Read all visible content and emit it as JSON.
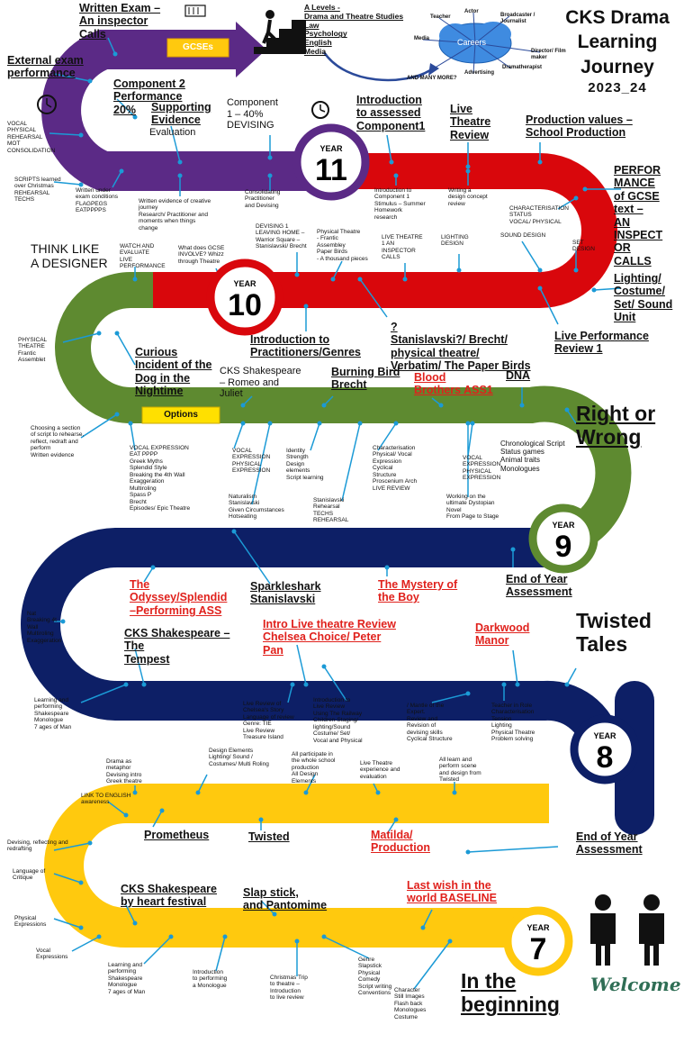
{
  "title_lines": [
    "CKS Drama",
    "Learning",
    "Journey",
    "2023_24"
  ],
  "colors": {
    "purple": "#5b2a86",
    "red": "#d9070c",
    "green": "#5e8a30",
    "navy": "#0d1f66",
    "yellow": "#ffc90e",
    "connector": "#1b9ad6",
    "accent_red": "#e0211c"
  },
  "years": [
    {
      "label": "YEAR",
      "number": "11"
    },
    {
      "label": "YEAR",
      "number": "10"
    },
    {
      "label": "YEAR",
      "number": "9"
    },
    {
      "label": "YEAR",
      "number": "8"
    },
    {
      "label": "YEAR",
      "number": "7"
    }
  ],
  "tags": {
    "gcses": "GCSEs",
    "options": "Options"
  },
  "careers": {
    "hub": "Careers",
    "branches": [
      "Actor",
      "Broadcaster / Journalist",
      "Teacher",
      "Media",
      "Director/ Film maker",
      "Dramatherapist",
      "Advertising",
      "AND MANY MORE?"
    ]
  },
  "alevels": "A Levels -\nDrama and Theatre Studies\nLaw\nPsychology\nEnglish\nMedia",
  "welcome": "Welcome",
  "labels": [
    {
      "text": "Written Exam –\nAn inspector\nCalls",
      "cls": "bold-ul"
    },
    {
      "text": "External exam\nperformance",
      "cls": "bold-ul"
    },
    {
      "text": "Component 2\nPerformance\n20%",
      "cls": "bold-ul"
    },
    {
      "text": "Supporting\nEvidence",
      "cls": "bold-ul"
    },
    {
      "text": "Evaluation",
      "cls": "med"
    },
    {
      "text": "Component\n1 – 40%\nDEVISING",
      "cls": "med"
    },
    {
      "text": "Introduction\nto assessed\nComponent1",
      "cls": "bold-ul"
    },
    {
      "text": "Live\nTheatre\nReview",
      "cls": "bold-ul"
    },
    {
      "text": "Production values –\nSchool Production",
      "cls": "bold-ul"
    },
    {
      "text": "PERFOR\nMANCE\nof GCSE\ntext –\nAN\nINSPECT\nOR\nCALLS",
      "cls": "bold-ul"
    },
    {
      "text": "Lighting/\nCostume/\nSet/ Sound\nUnit",
      "cls": "bold-ul"
    },
    {
      "text": "Live Performance\nReview 1",
      "cls": "bold-ul"
    },
    {
      "text": "VOCAL\nPHYSICAL\nREHEARSAL\nMOT\nCONSOLIDATION",
      "cls": "tiny"
    },
    {
      "text": "SCRIPTS learned\nover Christmas\nREHEARSAL\nTECHS",
      "cls": "tiny"
    },
    {
      "text": "Written under\nexam conditions\nFLAGPEGS\nEATPPPPS",
      "cls": "tiny"
    },
    {
      "text": "Written evidence of creative\njourney\nResearch/ Practitioner and\nmoments when things\nchange",
      "cls": "tiny"
    },
    {
      "text": "Consolidating\nPractitioner\nand Devising",
      "cls": "tiny"
    },
    {
      "text": "Introduction to\nComponent 1\nStimulus – Summer\nHomework\nresearch",
      "cls": "tiny"
    },
    {
      "text": "Writing a\ndesign concept\nreview",
      "cls": "tiny"
    },
    {
      "text": "CHARACTERISATION\nSTATUS\nVOCAL/ PHYSICAL",
      "cls": "tiny"
    },
    {
      "text": "SOUND DESIGN",
      "cls": "tiny"
    },
    {
      "text": "SET\nDESIGN",
      "cls": "tiny"
    },
    {
      "text": "THINK LIKE\nA DESIGNER",
      "cls": "plain14"
    },
    {
      "text": "WATCH  AND\nEVALUATE\nLIVE\nPERFORMANCE",
      "cls": "tiny"
    },
    {
      "text": "What does GCSE\nINVOLVE? Whizz\nthrough Theatre",
      "cls": "tiny"
    },
    {
      "text": "DEVISING 1\nLEAVING HOME –\nWarrior Square –\nStanislavski/ Brecht",
      "cls": "tiny"
    },
    {
      "text": "Physical Theatre\n-   Frantic\n    Assembley\nPaper Birds\n- A thousand pieces",
      "cls": "tiny"
    },
    {
      "text": "LIVE THEATRE\n1 AN\nINSPECTOR\nCALLS",
      "cls": "tiny"
    },
    {
      "text": "LIGHTING\nDESIGN",
      "cls": "tiny"
    },
    {
      "text": "Introduction to\nPractitioners/Genres",
      "cls": "bold-ul"
    },
    {
      "text": "?\nStanislavski?/ Brecht/\nphysical theatre/\nVerbatim/ The Paper Birds",
      "cls": "bold-ul"
    },
    {
      "text": "PHYSICAL\nTHEATRE\nFrantic\nAssemblet",
      "cls": "tiny"
    },
    {
      "text": "Curious\nIncident of the\nDog in the\nNightime",
      "cls": "bold-ul"
    },
    {
      "text": "CKS Shakespeare\n– Romeo and\nJuliet",
      "cls": "med"
    },
    {
      "text": "Burning Bird\nBrecht",
      "cls": "bold-ul"
    },
    {
      "text": "Blood\nBrothers ASS1",
      "cls": "red-ul"
    },
    {
      "text": "DNA",
      "cls": "bold-ul"
    },
    {
      "text": "Right or\nWrong",
      "cls": "big-ul"
    },
    {
      "text": "Choosing a  section\nof script to rehearse,\nreflect, redraft and\nperform\nWritten evidence",
      "cls": "tiny"
    },
    {
      "text": "VOCAL EXPRESSION\nEAT PPPP\nGreek Myths\nSplendid Style\nBreaking the 4th Wall\nExaggeration\nMultiroling\nSpass    P\nBrecht\nEpisodes/ Epic Theatre",
      "cls": "tiny"
    },
    {
      "text": "VOCAL\nEXPRESSION\nPHYSICAL\nEXPRESSION",
      "cls": "tiny"
    },
    {
      "text": "Identity\nStrength\nDesign\nelements\nScript learning",
      "cls": "tiny"
    },
    {
      "text": "Characterisation\nPhysical/ Vocal\nExpression\nCyclical\nStructure\nProscenium Arch\nLIVE REVIEW",
      "cls": "tiny"
    },
    {
      "text": "VOCAL\nEXPRESSION\nPHYSICAL\nEXPRESSION",
      "cls": "tiny"
    },
    {
      "text": "Chronological Script\nStatus games\nAnimal traits\nMonologues",
      "cls": "small"
    },
    {
      "text": "Naturalism\nStanislavski\nGiven Circumstances\nHotseating",
      "cls": "tiny"
    },
    {
      "text": "Stanislavski\nRehearsal\nTECHS\nREHEARSAL",
      "cls": "tiny"
    },
    {
      "text": "Working on the\nultimate Dystopian\nNovel\nFrom Page to Stage",
      "cls": "tiny"
    },
    {
      "text": "The\nOdyssey/Splendid\n–Performing ASS",
      "cls": "red-ul"
    },
    {
      "text": "Sparkleshark\nStanislavski",
      "cls": "bold-ul"
    },
    {
      "text": "The Mystery of\nthe Boy",
      "cls": "red-ul"
    },
    {
      "text": "End of Year\nAssessment",
      "cls": "bold-ul"
    },
    {
      "text": "Nat\nBreaking 4t\nWall\nMultiroling\nExaggeration",
      "cls": "tiny"
    },
    {
      "text": "CKS Shakespeare – The\nTempest",
      "cls": "bold-ul"
    },
    {
      "text": "Intro Live theatre Review\nChelsea Choice/ Peter\nPan",
      "cls": "red-ul"
    },
    {
      "text": "Darkwood\nManor",
      "cls": "red-ul"
    },
    {
      "text": "Twisted\nTales",
      "cls": "big"
    },
    {
      "text": "Learning and\nperforming\nShakespeare\nMonologue\n7 ages of Man",
      "cls": "tiny"
    },
    {
      "text": "Live Review of\nChelsea's Story\nLanguage of review\nGenre: TIE\nLive Review\nTreasure Island",
      "cls": "tiny"
    },
    {
      "text": "Introduction to\nLive Review\nUsing The Railway\nChildren-Staging/\nlighting/Sound\nCostume/ Set/\nVocal and Physical",
      "cls": "tiny"
    },
    {
      "text": "/ Mantle of the\nExpert.\nReview and\nRevision  of\ndevising skills\nCyclical Structure",
      "cls": "tiny"
    },
    {
      "text": "Teacher in Role\nCharacterisation\nTension\nLighting\nPhysical Theatre\nProblem solving",
      "cls": "tiny"
    },
    {
      "text": "Design Elements\nLighting/ Sound /\nCostumes/ Multi Roling",
      "cls": "tiny"
    },
    {
      "text": "All participate in\nthe whole school\nproduction\nAll Design\nElements",
      "cls": "tiny"
    },
    {
      "text": "Live Theatre\nexperience and\nevaluation",
      "cls": "tiny"
    },
    {
      "text": "All learn and\nperform scene\nand design from\nTwisted",
      "cls": "tiny"
    },
    {
      "text": "Drama as\nmetaphor\nDevising intro\nGreek theatre",
      "cls": "tiny"
    },
    {
      "text": "LINK TO ENGLISH\nawareness",
      "cls": "tiny"
    },
    {
      "text": "Prometheus",
      "cls": "bold-ul"
    },
    {
      "text": "Twisted",
      "cls": "bold-ul"
    },
    {
      "text": "Matilda/\nProduction",
      "cls": "red-ul"
    },
    {
      "text": "End of Year\nAssessment",
      "cls": "bold-ul"
    },
    {
      "text": "Devising, reflecting and\nredrafting",
      "cls": "tiny"
    },
    {
      "text": "Language of\nCritique",
      "cls": "tiny"
    },
    {
      "text": "CKS Shakespeare\nby heart festival",
      "cls": "bold-ul"
    },
    {
      "text": "Slap stick,\nand Pantomime",
      "cls": "bold-ul"
    },
    {
      "text": "Last wish in the\nworld BASELINE",
      "cls": "red-ul"
    },
    {
      "text": "Physical\nExpressions",
      "cls": "tiny"
    },
    {
      "text": "Vocal\nExpressions",
      "cls": "tiny"
    },
    {
      "text": "Learning and\nperforming\nShakespeare\nMonologue\n7 ages of Man",
      "cls": "tiny"
    },
    {
      "text": "Introduction\nto performing\na Monologue",
      "cls": "tiny"
    },
    {
      "text": "Christmas Trip\nto theatre –\nIntroduction\nto live review",
      "cls": "tiny"
    },
    {
      "text": "Genre\nSlapstick\nPhysical\nComedy\nScript writing\nConventions",
      "cls": "tiny"
    },
    {
      "text": "Character\nStill Images\nFlash back\nMonologues\nCostume",
      "cls": "tiny"
    },
    {
      "text": "In the\nbeginning",
      "cls": "big-ul"
    }
  ]
}
